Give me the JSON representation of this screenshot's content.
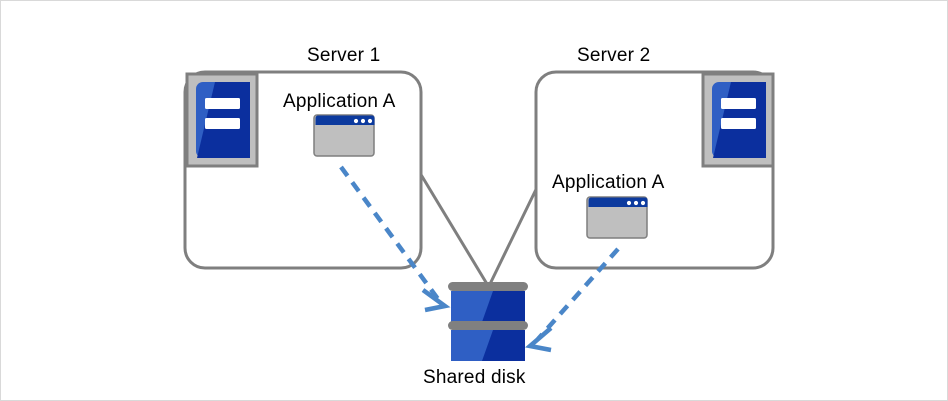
{
  "diagram": {
    "title_text": "",
    "colors": {
      "box_border": "#7f7f7f",
      "connector_line": "#7f7f7f",
      "arrow": "#4a86c8",
      "server_icon_frame": "#bfbfbf",
      "server_icon_frame_border": "#7f7f7f",
      "server_icon_blue_light": "#2f5fc4",
      "server_icon_blue_dark": "#0b2f9e",
      "app_titlebar": "#0c3a9e",
      "app_body": "#bfbfbf",
      "app_border": "#7f7f7f",
      "disk_block_light": "#2f5fc4",
      "disk_block_dark": "#0b2f9e",
      "disk_separator": "#808080",
      "canvas_border": "#d9d9d9",
      "text": "#000000"
    },
    "nodes": {
      "server1": {
        "title": "Server 1",
        "app_label": "Application A",
        "icon_name": "server-icon",
        "app_icon_name": "application-window-icon"
      },
      "server2": {
        "title": "Server 2",
        "app_label": "Application A",
        "icon_name": "server-icon",
        "app_icon_name": "application-window-icon"
      },
      "shared_disk": {
        "label": "Shared disk",
        "icon_name": "disk-stack-icon",
        "block_count": 2
      }
    },
    "connectors": [
      {
        "name": "server1-to-disk-link",
        "style": "solid",
        "color": "#7f7f7f"
      },
      {
        "name": "server2-to-disk-link",
        "style": "solid",
        "color": "#7f7f7f"
      },
      {
        "name": "app-a-server1-to-disk-access",
        "style": "dashed",
        "color": "#4a86c8",
        "arrow": true
      },
      {
        "name": "app-a-server2-to-disk-access",
        "style": "dashed",
        "color": "#4a86c8",
        "arrow": true
      }
    ]
  }
}
